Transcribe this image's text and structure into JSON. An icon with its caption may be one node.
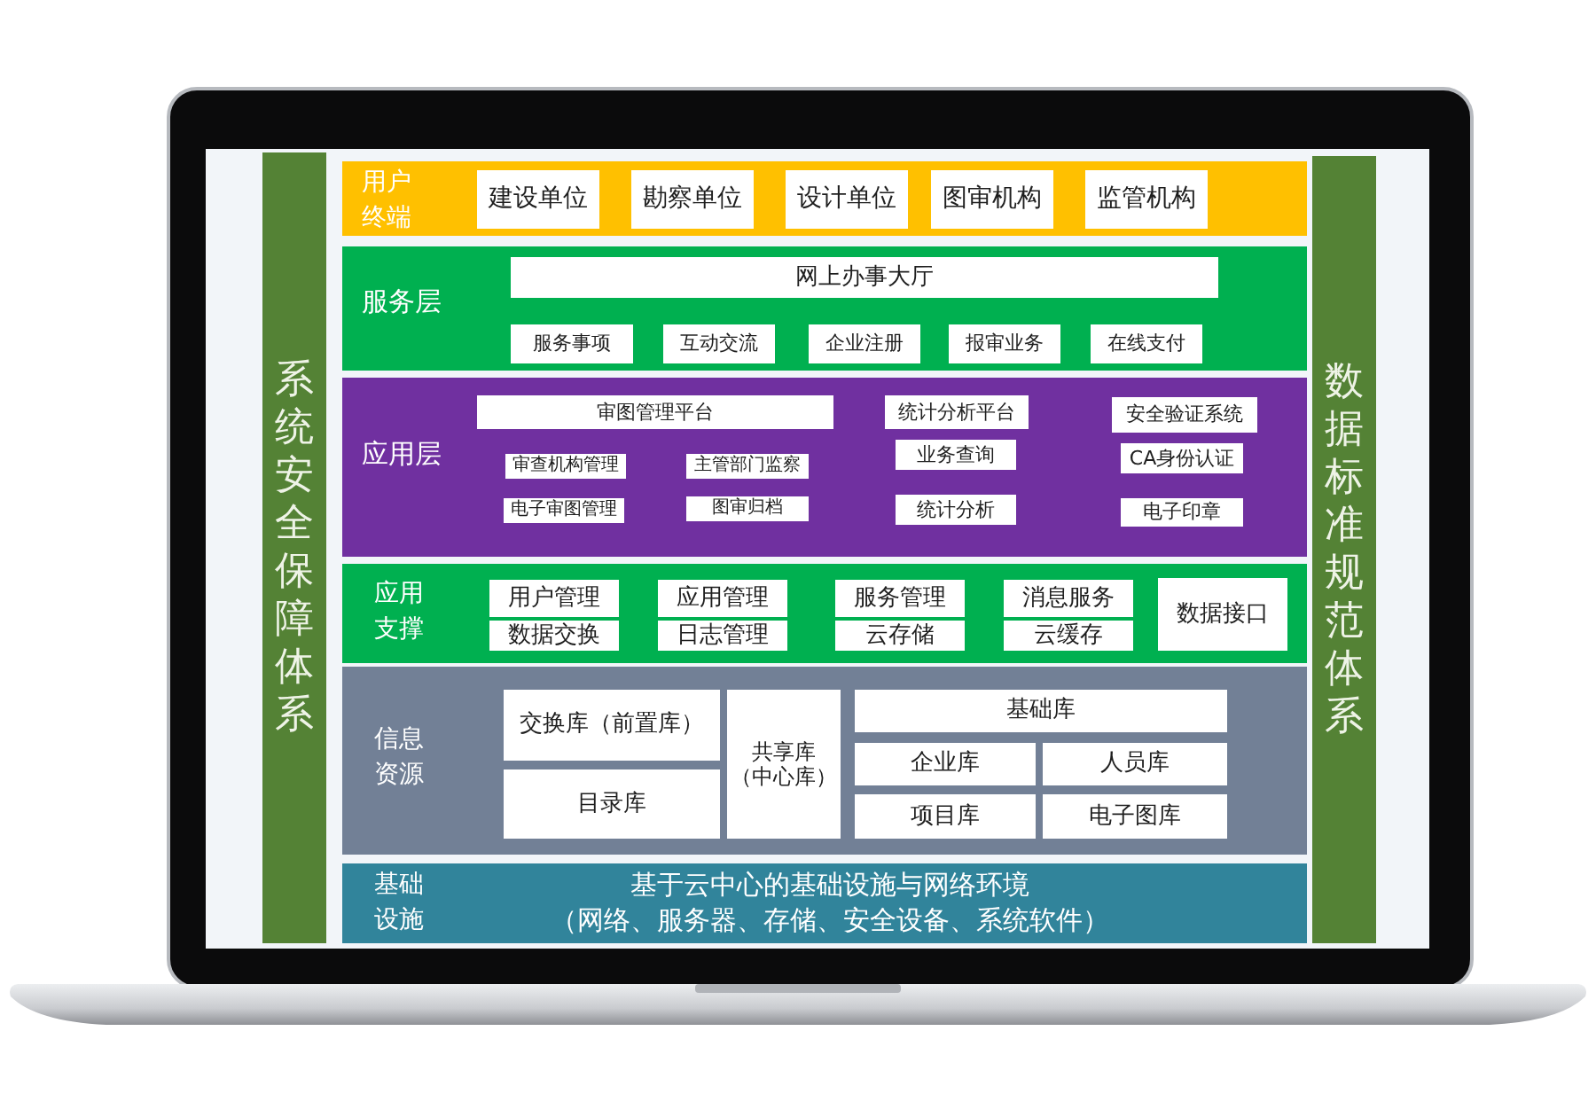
{
  "diagram": {
    "nodes": [
      {
        "text": [
          "系统安全保障体系"
        ]
      },
      {
        "text": [
          "用户终端"
        ]
      },
      {
        "text": [
          "建设单位"
        ],
        "in": 1
      },
      {
        "text": [
          "勘察单位"
        ],
        "in": 1
      },
      {
        "text": [
          "设计单位"
        ],
        "in": 1
      },
      {
        "text": [
          "图审机构"
        ],
        "in": 1
      },
      {
        "text": [
          "监管机构"
        ],
        "in": 1
      },
      {
        "text": [
          "服务层"
        ]
      },
      {
        "text": [
          "网上办事大厅"
        ],
        "in": 7
      },
      {
        "text": [
          "服务事项"
        ],
        "in": 7
      },
      {
        "text": [
          "互动交流"
        ],
        "in": 7
      },
      {
        "text": [
          "企业注册"
        ],
        "in": 7
      },
      {
        "text": [
          "报审业务"
        ],
        "in": 7
      },
      {
        "text": [
          "在线支付"
        ],
        "in": 7
      },
      {
        "text": [
          "应用层"
        ]
      },
      {
        "text": [
          "审图管理平台"
        ],
        "in": 14
      },
      {
        "text": [
          "统计分析平台"
        ],
        "in": 14
      },
      {
        "text": [
          "安全验证系统"
        ],
        "in": 14
      },
      {
        "text": [
          "审查机构管理"
        ],
        "in": 14
      },
      {
        "text": [
          "主管部门监察"
        ],
        "in": 14
      },
      {
        "text": [
          "业务查询"
        ],
        "in": 14
      },
      {
        "text": [
          "CA身份认证"
        ],
        "in": 14
      },
      {
        "text": [
          "电子审图管理"
        ],
        "in": 14
      },
      {
        "text": [
          "图审归档"
        ],
        "in": 14
      },
      {
        "text": [
          "统计分析"
        ],
        "in": 14
      },
      {
        "text": [
          "电子印章"
        ],
        "in": 14
      },
      {
        "text": [
          "应用支撑"
        ]
      },
      {
        "text": [
          "用户管理"
        ],
        "in": 26
      },
      {
        "text": [
          "应用管理"
        ],
        "in": 26
      },
      {
        "text": [
          "服务管理"
        ],
        "in": 26
      },
      {
        "text": [
          "消息服务"
        ],
        "in": 26
      },
      {
        "text": [
          "数据接口"
        ],
        "in": 26
      },
      {
        "text": [
          "数据交换"
        ],
        "in": 26
      },
      {
        "text": [
          "日志管理"
        ],
        "in": 26
      },
      {
        "text": [
          "云存储"
        ],
        "in": 26
      },
      {
        "text": [
          "云缓存"
        ],
        "in": 26
      },
      {
        "text": [
          "信息资源"
        ]
      },
      {
        "text": [
          "交换库（前置库）"
        ],
        "in": 36
      },
      {
        "text": [
          "共享库（中心库）"
        ],
        "in": 36
      },
      {
        "text": [
          "基础库"
        ],
        "in": 36
      },
      {
        "text": [
          "企业库"
        ],
        "in": 36
      },
      {
        "text": [
          "人员库"
        ],
        "in": 36
      },
      {
        "text": [
          "目录库"
        ],
        "in": 36
      },
      {
        "text": [
          "项目库"
        ],
        "in": 36
      },
      {
        "text": [
          "电子图库"
        ],
        "in": 36
      },
      {
        "text": [
          "基础设施",
          "基于云中心的基础设施与网络环境（网络、服务器、存储、安全设备、系统软件）"
        ]
      },
      {
        "text": [
          "数据标准规范体系"
        ]
      }
    ]
  }
}
